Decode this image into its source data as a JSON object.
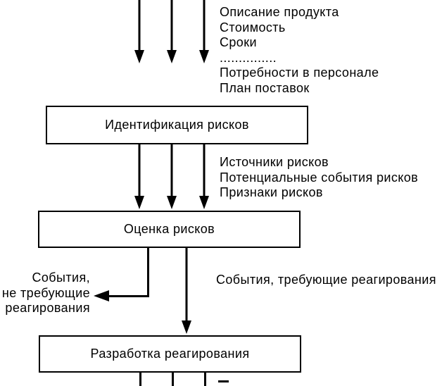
{
  "diagram": {
    "top_inputs": {
      "lines": {
        "0": "Описание продукта",
        "1": "Стоимость",
        "2": "Сроки",
        "3": "...............",
        "4": "Потребности в персонале",
        "5": "План поставок"
      }
    },
    "boxes": {
      "identification": {
        "label": "Идентификация рисков"
      },
      "assessment": {
        "label": "Оценка рисков"
      },
      "response": {
        "label": "Разработка реагирования"
      }
    },
    "identification_outputs": {
      "lines": {
        "0": "Источники рисков",
        "1": "Потенциальные события рисков",
        "2": "Признаки рисков"
      }
    },
    "branch": {
      "no_response_label": {
        "0": "События,",
        "1": "не требующие",
        "2": "реагирования"
      },
      "response_label": "События, требующие реагирования"
    },
    "colors": {
      "line": "#000000",
      "background": "#ffffff",
      "box_fill": "#ffffff"
    }
  }
}
